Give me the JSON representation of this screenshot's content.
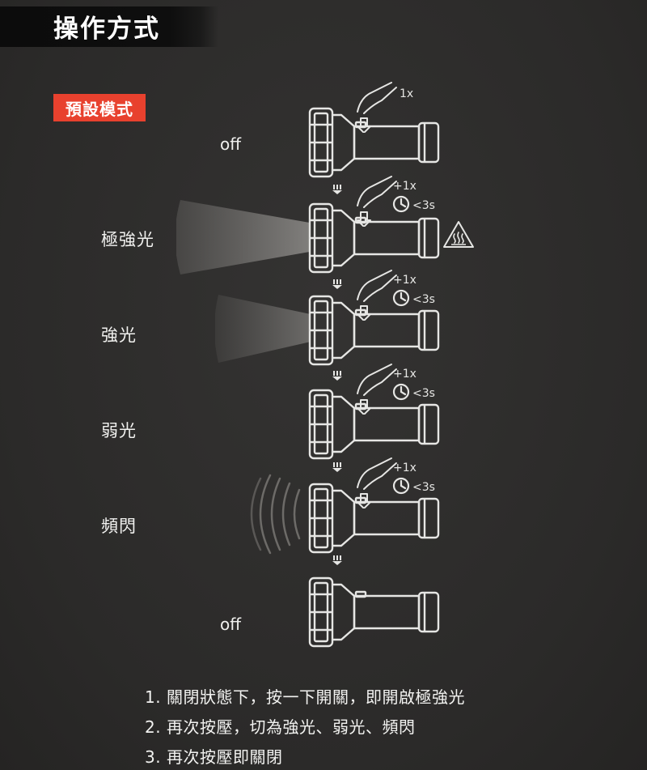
{
  "header": {
    "title": "操作方式"
  },
  "badge": {
    "label": "預設模式"
  },
  "states": {
    "off_top": "off",
    "off_bottom": "off"
  },
  "modes": [
    {
      "label": "極強光"
    },
    {
      "label": "強光"
    },
    {
      "label": "弱光"
    },
    {
      "label": "頻閃"
    }
  ],
  "press_labels": {
    "first": "1x",
    "repeat": "+1x",
    "timer": "<3s"
  },
  "instructions": [
    "1. 關閉狀態下，按一下開關，即開啟極強光",
    "2. 再次按壓，切為強光、弱光、頻閃",
    "3. 再次按壓即關閉"
  ],
  "icons": [
    "hand-press-icon",
    "clock-icon",
    "hot-warning-icon",
    "down-arrow-icon",
    "flashlight-icon"
  ],
  "colors": {
    "accent": "#e8412e",
    "background": "#2e2d2c",
    "line": "#e6e6e4"
  }
}
